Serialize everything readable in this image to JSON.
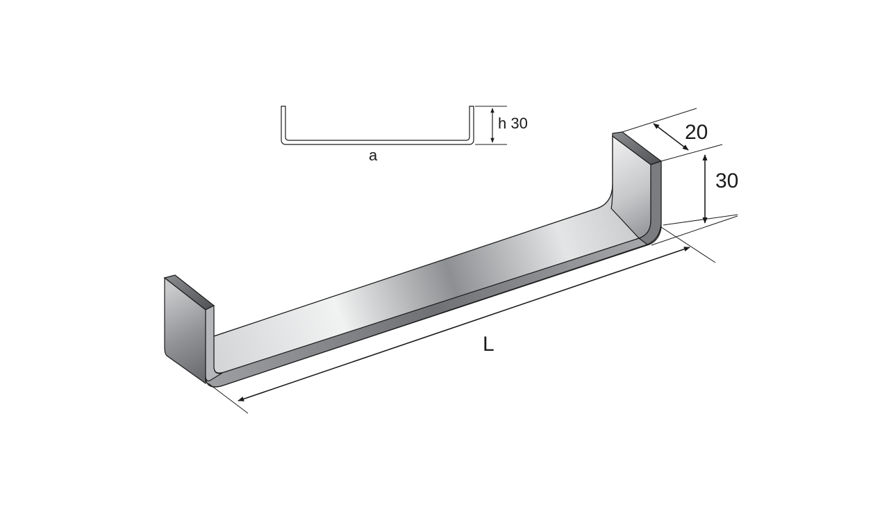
{
  "profile_section": {
    "width_symbol": "a",
    "height_label": "h 30"
  },
  "main_drawing": {
    "depth_label": "20",
    "height_label": "30",
    "length_label": "L"
  },
  "colors": {
    "line": "#1a1a1a",
    "steel_light": "#e6e7e8",
    "steel_mid": "#a8aaad",
    "steel_dark": "#6e7073"
  }
}
